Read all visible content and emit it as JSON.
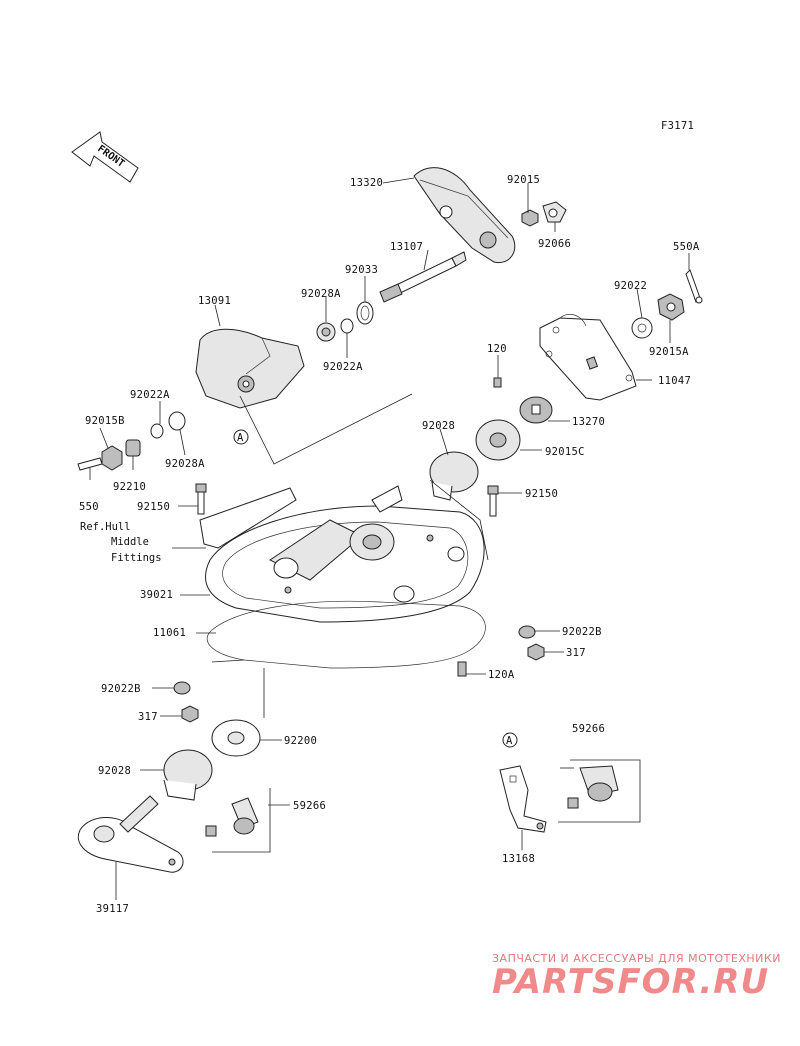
{
  "diagram": {
    "figure_code": "F3171",
    "front_label": "FRONT",
    "callout_marker": "A",
    "reference_note": [
      "Ref.Hull",
      "Middle",
      "Fittings"
    ],
    "parts": [
      {
        "id": "13320",
        "label": "13320"
      },
      {
        "id": "92015",
        "label": "92015"
      },
      {
        "id": "92066",
        "label": "92066"
      },
      {
        "id": "13107",
        "label": "13107"
      },
      {
        "id": "92033",
        "label": "92033"
      },
      {
        "id": "550A",
        "label": "550A"
      },
      {
        "id": "13091",
        "label": "13091"
      },
      {
        "id": "92028A-top",
        "label": "92028A"
      },
      {
        "id": "92022",
        "label": "92022"
      },
      {
        "id": "92022A-top",
        "label": "92022A"
      },
      {
        "id": "92015A",
        "label": "92015A"
      },
      {
        "id": "120",
        "label": "120"
      },
      {
        "id": "11047",
        "label": "11047"
      },
      {
        "id": "92022A-left",
        "label": "92022A"
      },
      {
        "id": "92015B",
        "label": "92015B"
      },
      {
        "id": "13270",
        "label": "13270"
      },
      {
        "id": "92028-mid",
        "label": "92028"
      },
      {
        "id": "92028A-left",
        "label": "92028A"
      },
      {
        "id": "92210",
        "label": "92210"
      },
      {
        "id": "92015C",
        "label": "92015C"
      },
      {
        "id": "550",
        "label": "550"
      },
      {
        "id": "92150-left",
        "label": "92150"
      },
      {
        "id": "92150-right",
        "label": "92150"
      },
      {
        "id": "39021",
        "label": "39021"
      },
      {
        "id": "11061",
        "label": "11061"
      },
      {
        "id": "92022B-right",
        "label": "92022B"
      },
      {
        "id": "317-right",
        "label": "317"
      },
      {
        "id": "120A",
        "label": "120A"
      },
      {
        "id": "92022B-left",
        "label": "92022B"
      },
      {
        "id": "317-left",
        "label": "317"
      },
      {
        "id": "92200",
        "label": "92200"
      },
      {
        "id": "59266-right",
        "label": "59266"
      },
      {
        "id": "92028-low",
        "label": "92028"
      },
      {
        "id": "59266-left",
        "label": "59266"
      },
      {
        "id": "13168",
        "label": "13168"
      },
      {
        "id": "39117",
        "label": "39117"
      }
    ]
  },
  "watermark": {
    "caption": "ЗАПЧАСТИ И АКСЕССУАРЫ ДЛЯ МОТОТЕХНИКИ",
    "brand": "PARTSFOR.RU",
    "color": "#f08a8a"
  }
}
